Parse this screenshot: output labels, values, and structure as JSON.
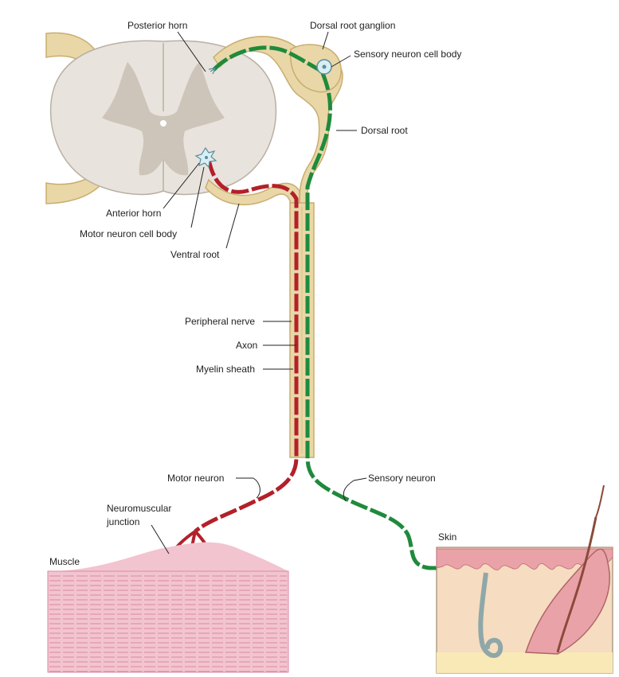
{
  "labels": {
    "posterior_horn": "Posterior horn",
    "dorsal_root_ganglion": "Dorsal root ganglion",
    "sensory_neuron_cell_body": "Sensory neuron cell body",
    "dorsal_root": "Dorsal root",
    "anterior_horn": "Anterior horn",
    "motor_neuron_cell_body": "Motor neuron cell body",
    "ventral_root": "Ventral root",
    "peripheral_nerve": "Peripheral nerve",
    "axon": "Axon",
    "myelin_sheath": "Myelin sheath",
    "motor_neuron": "Motor neuron",
    "sensory_neuron": "Sensory neuron",
    "neuromuscular_line1": "Neuromuscular",
    "neuromuscular_line2": "junction",
    "muscle": "Muscle",
    "skin": "Skin"
  },
  "colors": {
    "nerve_sheath": "#e9d7a8",
    "nerve_outline": "#c9ad6e",
    "gray_matter": "#cdc5ba",
    "white_matter": "#e8e3dc",
    "motor_axon": "#b3202a",
    "sensory_axon": "#1f8a3c",
    "muscle": "#f2c4cf",
    "muscle_lines": "#d98aa0",
    "skin_dermis": "#f6dcc0",
    "epidermis": "#e9a3a8"
  }
}
